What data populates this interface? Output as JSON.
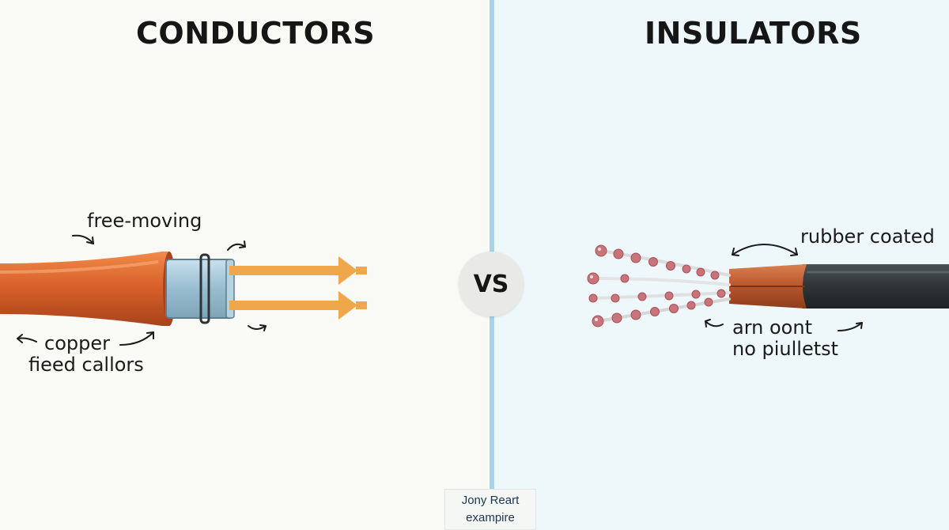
{
  "titles": {
    "left": "CONDUCTORS",
    "right": "INSULATORS"
  },
  "vs": "VS",
  "conductor": {
    "label_top": "free-moving",
    "label_bottom_line1": "copper",
    "label_bottom_line2": "fieed callors"
  },
  "insulator": {
    "label_top": "rubber coated",
    "label_bottom_line1": "arn oont",
    "label_bottom_line2": "no piulletst"
  },
  "watermark": {
    "line1": "Jony Reart",
    "line2": "exampire"
  },
  "colors": {
    "left_background": "#f9f9f6",
    "right_background": "#eef8fa",
    "divider": "#a9d3e6",
    "copper_sheath": "#d9622a",
    "steel_sleeve": "#9fc3d6",
    "arrow": "#f0a64a",
    "insulator_jacket": "#2f3436",
    "copper_core": "#b8552c",
    "bead": "#c7747a"
  }
}
